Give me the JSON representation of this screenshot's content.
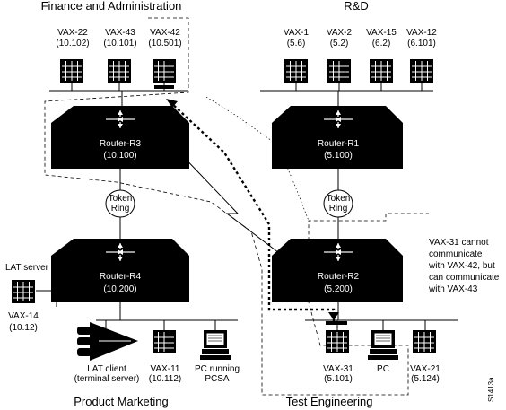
{
  "regions": {
    "finance": "Finance and Administration",
    "rd": "R&D",
    "product": "Product Marketing",
    "test": "Test Engineering"
  },
  "routers": {
    "r3": {
      "name": "Router-R3",
      "addr": "(10.100)"
    },
    "r1": {
      "name": "Router-R1",
      "addr": "(5.100)"
    },
    "r4": {
      "name": "Router-R4",
      "addr": "(10.200)"
    },
    "r2": {
      "name": "Router-R2",
      "addr": "(5.200)"
    }
  },
  "rings": {
    "left": {
      "line1": "Token",
      "line2": "Ring"
    },
    "right": {
      "line1": "Token",
      "line2": "Ring"
    }
  },
  "hosts": {
    "vax22": {
      "name": "VAX-22",
      "addr": "(10.102)"
    },
    "vax43": {
      "name": "VAX-43",
      "addr": "(10.101)"
    },
    "vax42": {
      "name": "VAX-42",
      "addr": "(10.501)"
    },
    "vax1": {
      "name": "VAX-1",
      "addr": "(5.6)"
    },
    "vax2": {
      "name": "VAX-2",
      "addr": "(5.2)"
    },
    "vax15": {
      "name": "VAX-15",
      "addr": "(6.2)"
    },
    "vax12": {
      "name": "VAX-12",
      "addr": "(6.101)"
    },
    "vax14": {
      "name": "VAX-14",
      "addr": "(10.12)"
    },
    "vax11": {
      "name": "VAX-11",
      "addr": "(10.112)"
    },
    "vax31": {
      "name": "VAX-31",
      "addr": "(5.101)"
    },
    "vax21": {
      "name": "VAX-21",
      "addr": "(5.124)"
    }
  },
  "devices": {
    "lat_server": "LAT server",
    "lat_client_1": "LAT client",
    "lat_client_2": "(terminal server)",
    "pc_pcsa_1": "PC running",
    "pc_pcsa_2": "PCSA",
    "pc": "PC"
  },
  "note": {
    "line1": "VAX-31 cannot",
    "line2": "communicate",
    "line3": "with VAX-42, but",
    "line4": "can communicate",
    "line5": "with VAX-43"
  },
  "figure_id": "S1413a"
}
